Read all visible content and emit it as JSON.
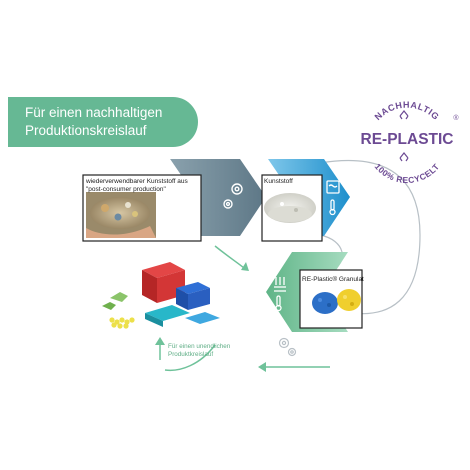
{
  "banner": {
    "line1": "Für einen nachhaltigen",
    "line2": "Produktionskreislauf",
    "color": "#66b894"
  },
  "steps": {
    "step1": {
      "line1": "wiederverwendbarer Kunststoff aus",
      "line2": "\"post-consumer production\""
    },
    "step2": {
      "label": "Kunststoff"
    },
    "step3": {
      "label": "RE-Plastic® Granulat"
    }
  },
  "cycle": {
    "line1": "Für einen unendlichen",
    "line2": "Produktkreislauf"
  },
  "badge": {
    "top_text": "NACHHALTIG",
    "main_text": "RE-PLASTIC",
    "registered": "®",
    "bottom_text": "100% RECYCELT",
    "color": "#6c4a93"
  },
  "icons": {
    "step1": "gears-icon",
    "step2": "washing-icon",
    "step3": "melting-icon",
    "cycle": "gears-icon"
  },
  "colors": {
    "gray_chevron": "#6f8a99",
    "blue_chevron": "#2f9fd6",
    "green_chevron": "#6fbf96",
    "arrow_green": "#6fc29a",
    "arrow_gray": "#b8c0c6"
  }
}
